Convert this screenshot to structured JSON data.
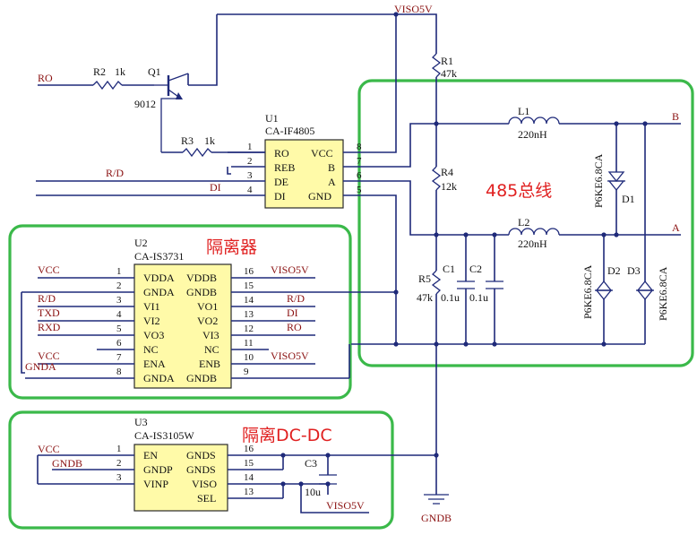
{
  "power_nets": {
    "viso5v": "VISO5V",
    "gndb": "GNDB",
    "vcc": "VCC",
    "gnda": "GNDA"
  },
  "signal_nets": {
    "ro": "RO",
    "rd": "R/D",
    "di": "DI",
    "txd": "TXD",
    "rxd": "RXD",
    "a": "A",
    "b": "B"
  },
  "groups": {
    "bus_title": "485总线",
    "isolator_title": "隔离器",
    "dcdc_title": "隔离DC-DC"
  },
  "components": {
    "r1": {
      "ref": "R1",
      "value": "47k"
    },
    "r2": {
      "ref": "R2",
      "value": "1k"
    },
    "r3": {
      "ref": "R3",
      "value": "1k"
    },
    "r4": {
      "ref": "R4",
      "value": "12k"
    },
    "r5": {
      "ref": "R5",
      "value": "47k"
    },
    "q1": {
      "ref": "Q1",
      "value": "9012"
    },
    "l1": {
      "ref": "L1",
      "value": "220nH"
    },
    "l2": {
      "ref": "L2",
      "value": "220nH"
    },
    "c1": {
      "ref": "C1",
      "value": "0.1u"
    },
    "c2": {
      "ref": "C2",
      "value": "0.1u"
    },
    "c3": {
      "ref": "C3",
      "value": "10u"
    },
    "d1": {
      "ref": "D1",
      "value": "P6KE6.8CA"
    },
    "d2": {
      "ref": "D2",
      "value": "P6KE6.8CA"
    },
    "d3": {
      "ref": "D3",
      "value": "P6KE6.8CA"
    }
  },
  "u1": {
    "ref": "U1",
    "part": "CA-IF4805",
    "left_pins": [
      {
        "num": "1",
        "name": "RO"
      },
      {
        "num": "2",
        "name": "REB"
      },
      {
        "num": "3",
        "name": "DE"
      },
      {
        "num": "4",
        "name": "DI"
      }
    ],
    "right_pins": [
      {
        "num": "8",
        "name": "VCC"
      },
      {
        "num": "7",
        "name": "B"
      },
      {
        "num": "6",
        "name": "A"
      },
      {
        "num": "5",
        "name": "GND"
      }
    ]
  },
  "u2": {
    "ref": "U2",
    "part": "CA-IS3731",
    "left_pins": [
      {
        "num": "1",
        "name": "VDDA"
      },
      {
        "num": "2",
        "name": "GNDA"
      },
      {
        "num": "3",
        "name": "VI1"
      },
      {
        "num": "4",
        "name": "VI2"
      },
      {
        "num": "5",
        "name": "VO3"
      },
      {
        "num": "6",
        "name": "NC"
      },
      {
        "num": "7",
        "name": "ENA"
      },
      {
        "num": "8",
        "name": "GNDA"
      }
    ],
    "right_pins": [
      {
        "num": "16",
        "name": "VDDB"
      },
      {
        "num": "15",
        "name": "GNDB"
      },
      {
        "num": "14",
        "name": "VO1"
      },
      {
        "num": "13",
        "name": "VO2"
      },
      {
        "num": "12",
        "name": "VI3"
      },
      {
        "num": "11",
        "name": "NC"
      },
      {
        "num": "10",
        "name": "ENB"
      },
      {
        "num": "9",
        "name": "GNDB"
      }
    ]
  },
  "u3": {
    "ref": "U3",
    "part": "CA-IS3105W",
    "left_pins": [
      {
        "num": "1",
        "name": "EN"
      },
      {
        "num": "2",
        "name": "GNDP"
      },
      {
        "num": "3",
        "name": "VINP"
      }
    ],
    "right_pins": [
      {
        "num": "16",
        "name": "GNDS"
      },
      {
        "num": "15",
        "name": "GNDS"
      },
      {
        "num": "14",
        "name": "VISO"
      },
      {
        "num": "13",
        "name": "SEL"
      }
    ]
  },
  "colors": {
    "wire": "#1f2a7a",
    "chip_fill": "#fffaa8",
    "group_outline": "#3bb94a",
    "group_title": "#e02020",
    "net_label": "#8a1010"
  }
}
